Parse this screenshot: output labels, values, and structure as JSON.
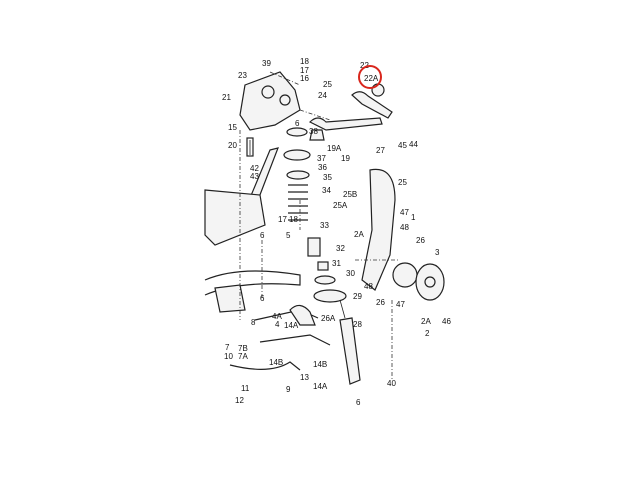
{
  "diagram": {
    "highlight_color": "#d9261c",
    "highlighted_part": "22A",
    "labels": [
      "39",
      "18",
      "17",
      "16",
      "23",
      "25",
      "24",
      "21",
      "22",
      "22A",
      "15",
      "20",
      "6",
      "38",
      "19A",
      "19",
      "37",
      "36",
      "35",
      "34",
      "42",
      "43",
      "17",
      "18",
      "33",
      "45",
      "44",
      "27",
      "25",
      "25B",
      "25A",
      "47",
      "1",
      "48",
      "26",
      "5",
      "6",
      "32",
      "31",
      "30",
      "3",
      "2A",
      "48",
      "26",
      "47",
      "29",
      "26A",
      "28",
      "2A",
      "46",
      "2",
      "6",
      "4A",
      "4",
      "8",
      "14A",
      "7",
      "7B",
      "7A",
      "10",
      "14B",
      "14B",
      "13",
      "9",
      "14A",
      "40",
      "11",
      "12",
      "6"
    ]
  }
}
